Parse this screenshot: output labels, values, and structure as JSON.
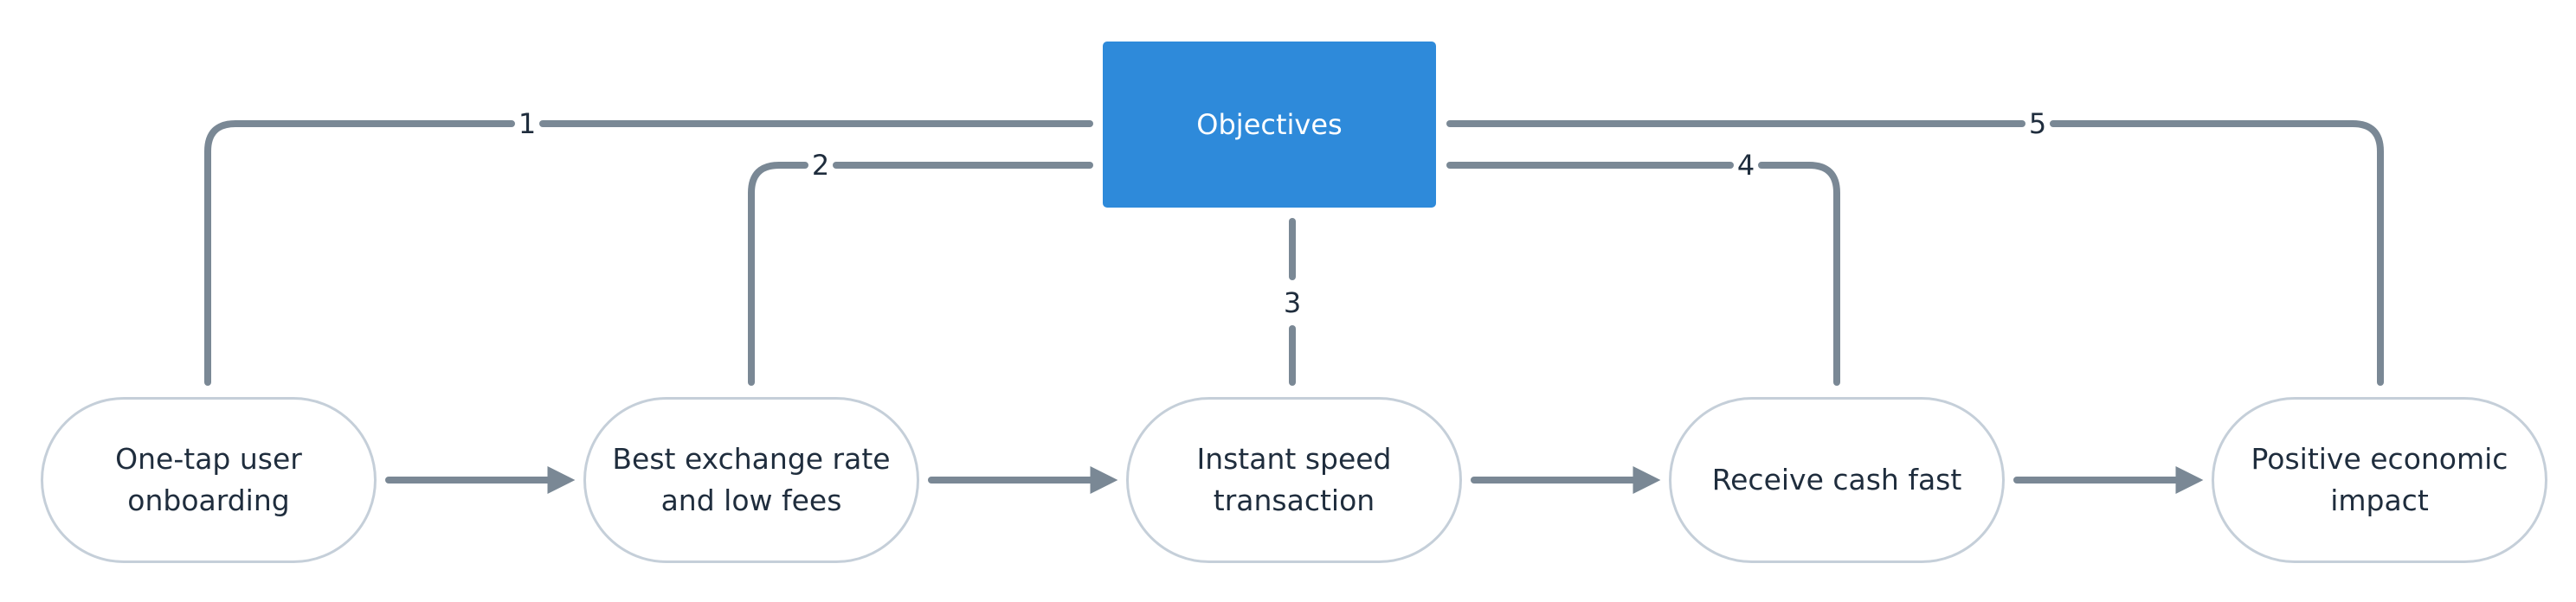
{
  "objectives": {
    "label": "Objectives",
    "color": "#2e8ada"
  },
  "steps": [
    {
      "label": "One-tap user\nonboarding"
    },
    {
      "label": "Best exchange rate\nand low fees"
    },
    {
      "label": "Instant speed\ntransaction"
    },
    {
      "label": "Receive cash fast"
    },
    {
      "label": "Positive economic\nimpact"
    }
  ],
  "links": [
    {
      "label": "1"
    },
    {
      "label": "2"
    },
    {
      "label": "3"
    },
    {
      "label": "4"
    },
    {
      "label": "5"
    }
  ],
  "colors": {
    "connector": "#7a8895",
    "step_border": "#c5cfd9",
    "text": "#1f2d3d"
  }
}
